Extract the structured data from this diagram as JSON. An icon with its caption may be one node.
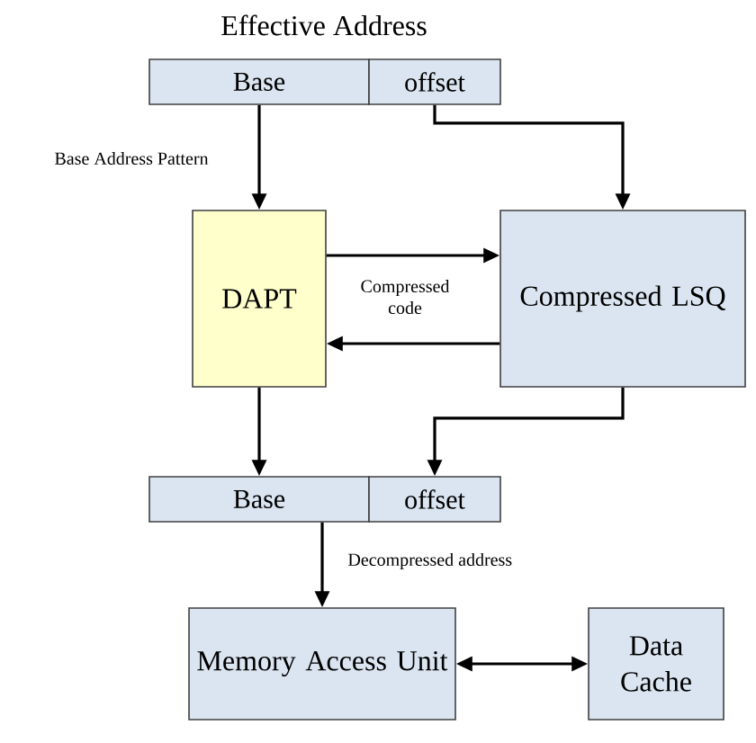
{
  "diagram": {
    "title": "Effective Address",
    "nodes": [
      {
        "text": [
          "Base"
        ]
      },
      {
        "text": [
          "offset"
        ]
      },
      {
        "text": [
          "DAPT"
        ]
      },
      {
        "text": [
          "Compressed LSQ"
        ]
      },
      {
        "text": [
          "Base"
        ]
      },
      {
        "text": [
          "offset"
        ]
      },
      {
        "text": [
          "Memory Access Unit"
        ]
      },
      {
        "text": [
          "Data Cache"
        ]
      }
    ],
    "edges": [
      {
        "from": 0,
        "to": 2,
        "arrow": "to",
        "label": "Base Address Pattern"
      },
      {
        "from": 1,
        "to": 3,
        "arrow": "to"
      },
      {
        "from": 2,
        "to": 3,
        "arrow": "to",
        "label": "Compressed code"
      },
      {
        "from": 3,
        "to": 2,
        "arrow": "to"
      },
      {
        "from": 2,
        "to": 4,
        "arrow": "to"
      },
      {
        "from": 3,
        "to": 5,
        "arrow": "to"
      },
      {
        "from": 4,
        "to": 6,
        "arrow": "to",
        "label": "Decompressed address"
      },
      {
        "from": 6,
        "to": 7,
        "arrow": "both"
      }
    ]
  }
}
